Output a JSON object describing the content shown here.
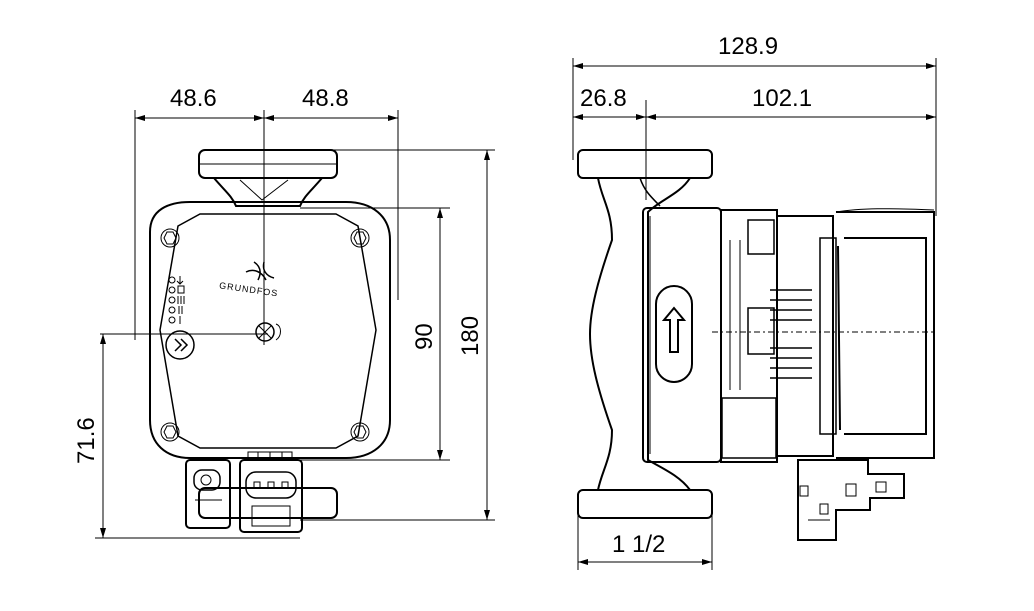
{
  "brand": "GRUNDFOS",
  "dimensions": {
    "front_left_width": "48.6",
    "front_right_width": "48.8",
    "front_center_height": "90",
    "front_total_height": "180",
    "front_shaft_height": "71.6",
    "side_total_length": "128.9",
    "side_flange_offset": "26.8",
    "side_motor_length": "102.1",
    "side_connection_size": "1 1/2"
  }
}
